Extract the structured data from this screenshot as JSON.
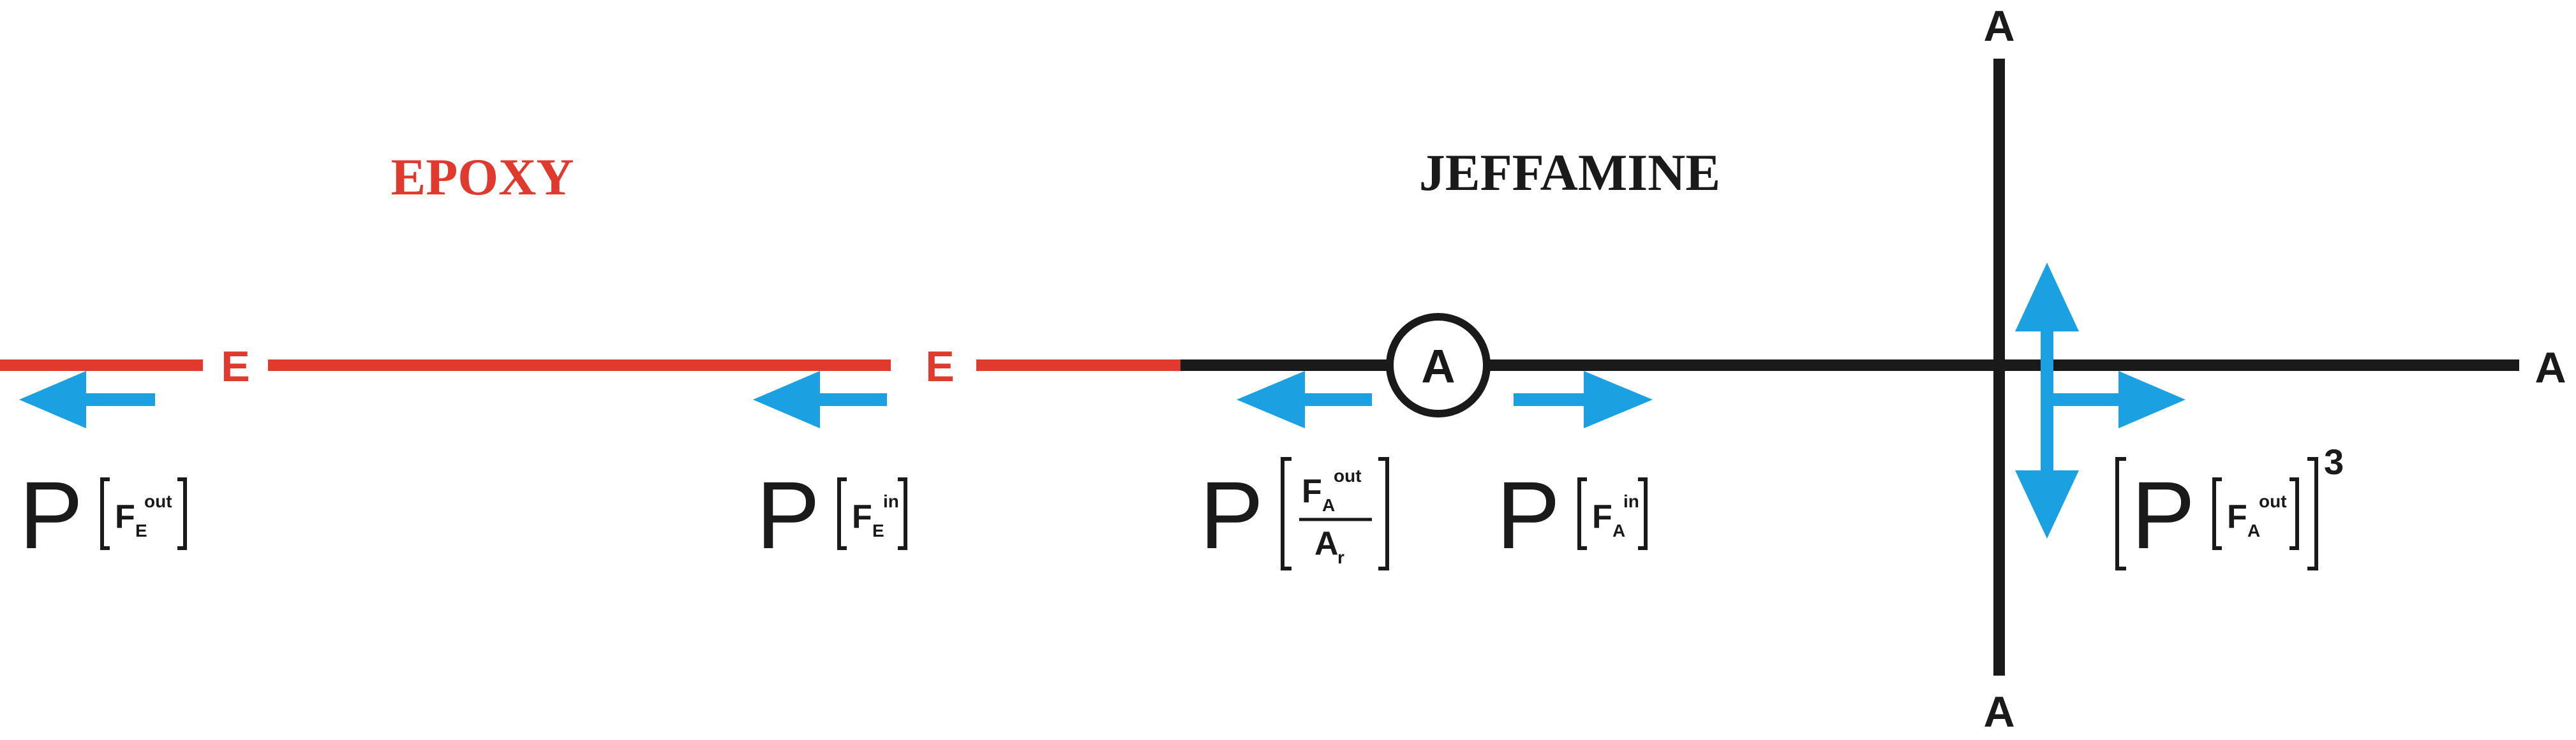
{
  "colors": {
    "epoxy": "#e03a2f",
    "jeffamine": "#1a1a1a",
    "arrow": "#1ba1e2",
    "text": "#1a1a1a"
  },
  "labels": {
    "epoxy": "EPOXY",
    "jeffamine": "JEFFAMINE"
  },
  "end_labels": {
    "E": "E",
    "A": "A"
  },
  "formulas": {
    "P": "P",
    "F": "F",
    "sub_E": "E",
    "sub_A": "A",
    "sup_out": "out",
    "sup_in": "in",
    "denominator_A": "A",
    "denominator_sub": "r",
    "power": "3"
  }
}
